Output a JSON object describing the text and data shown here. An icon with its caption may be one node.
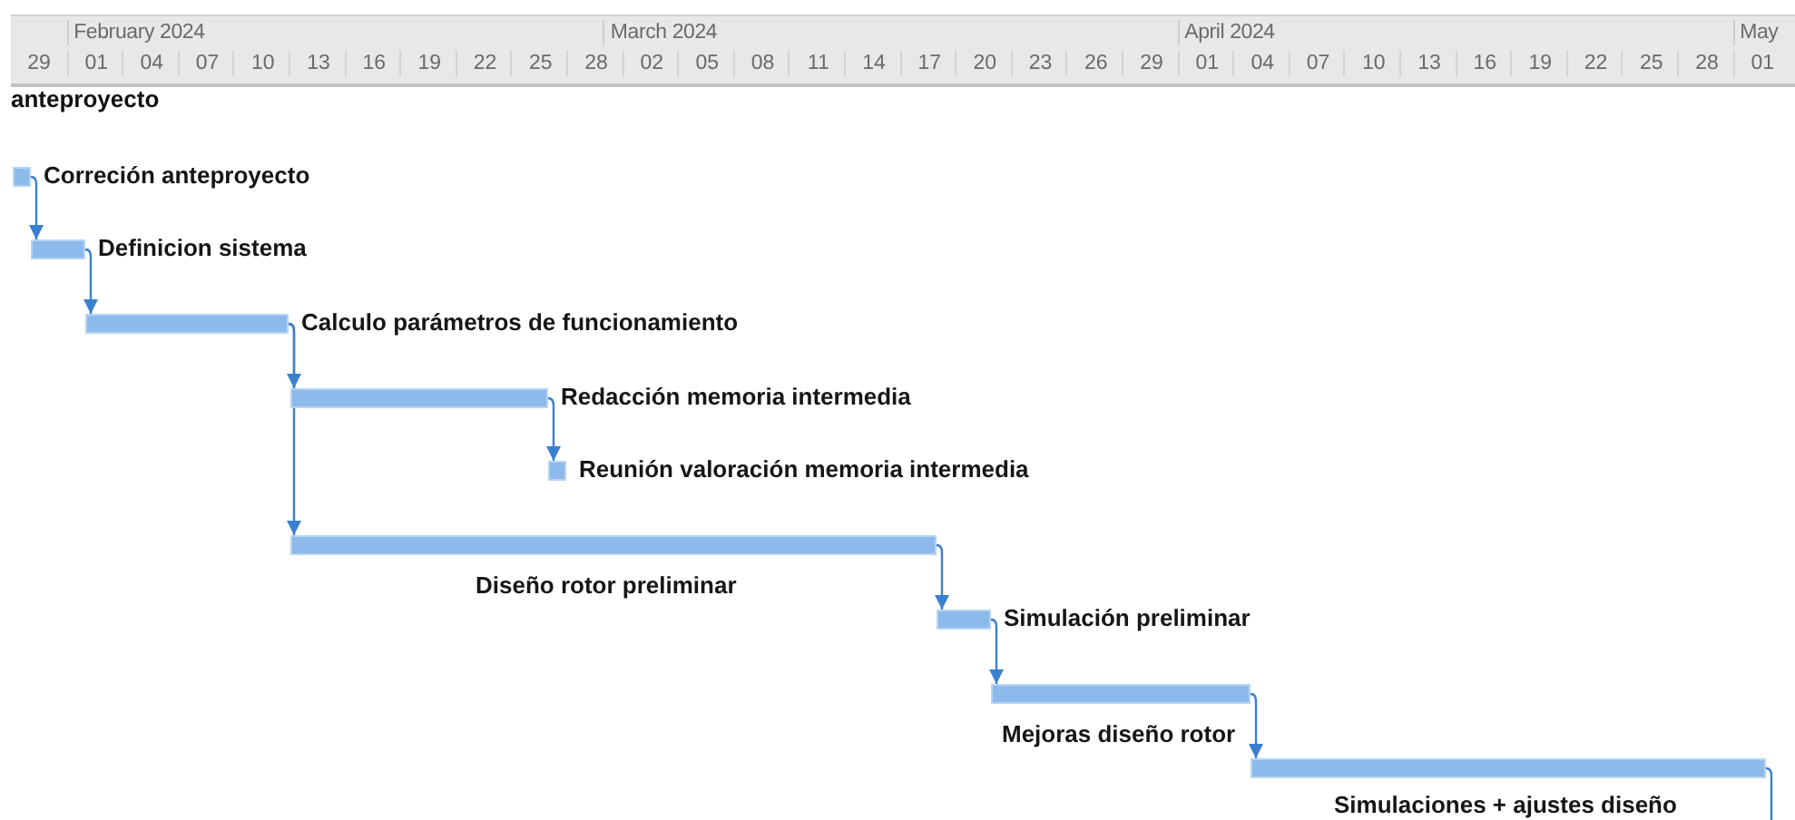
{
  "diagram": {
    "nodes": [
      {
        "text": [
          "Correción anteproyecto"
        ]
      },
      {
        "text": [
          "Definicion sistema"
        ]
      },
      {
        "text": [
          "Calculo parámetros de funcionamiento"
        ]
      },
      {
        "text": [
          "Redacción memoria intermedia"
        ]
      },
      {
        "text": [
          "Reunión valoración memoria intermedia"
        ]
      },
      {
        "text": [
          "Diseño rotor preliminar"
        ]
      },
      {
        "text": [
          "Simulación preliminar"
        ]
      },
      {
        "text": [
          "Mejoras diseño rotor"
        ]
      },
      {
        "text": [
          "Simulaciones + ajustes diseño"
        ]
      }
    ],
    "edges": [
      {
        "from": 0,
        "to": 1,
        "arrow": "to"
      },
      {
        "from": 1,
        "to": 2,
        "arrow": "to"
      },
      {
        "from": 2,
        "to": 3,
        "arrow": "to"
      },
      {
        "from": 3,
        "to": 4,
        "arrow": "to"
      },
      {
        "from": 2,
        "to": 5,
        "arrow": "to"
      },
      {
        "from": 5,
        "to": 6,
        "arrow": "to"
      },
      {
        "from": 6,
        "to": 7,
        "arrow": "to"
      },
      {
        "from": 7,
        "to": 8,
        "arrow": "to"
      },
      {
        "from": 8,
        "to": null,
        "arrow": "none"
      }
    ],
    "labels": [
      "February 2024",
      "March 2024",
      "April 2024",
      "May",
      "29",
      "01",
      "04",
      "07",
      "10",
      "13",
      "16",
      "19",
      "22",
      "25",
      "28",
      "02",
      "05",
      "08",
      "11",
      "14",
      "17",
      "20",
      "23",
      "26",
      "29",
      "01",
      "04",
      "07",
      "10",
      "13",
      "16",
      "19",
      "22",
      "25",
      "28",
      "01",
      "anteproyecto"
    ]
  }
}
